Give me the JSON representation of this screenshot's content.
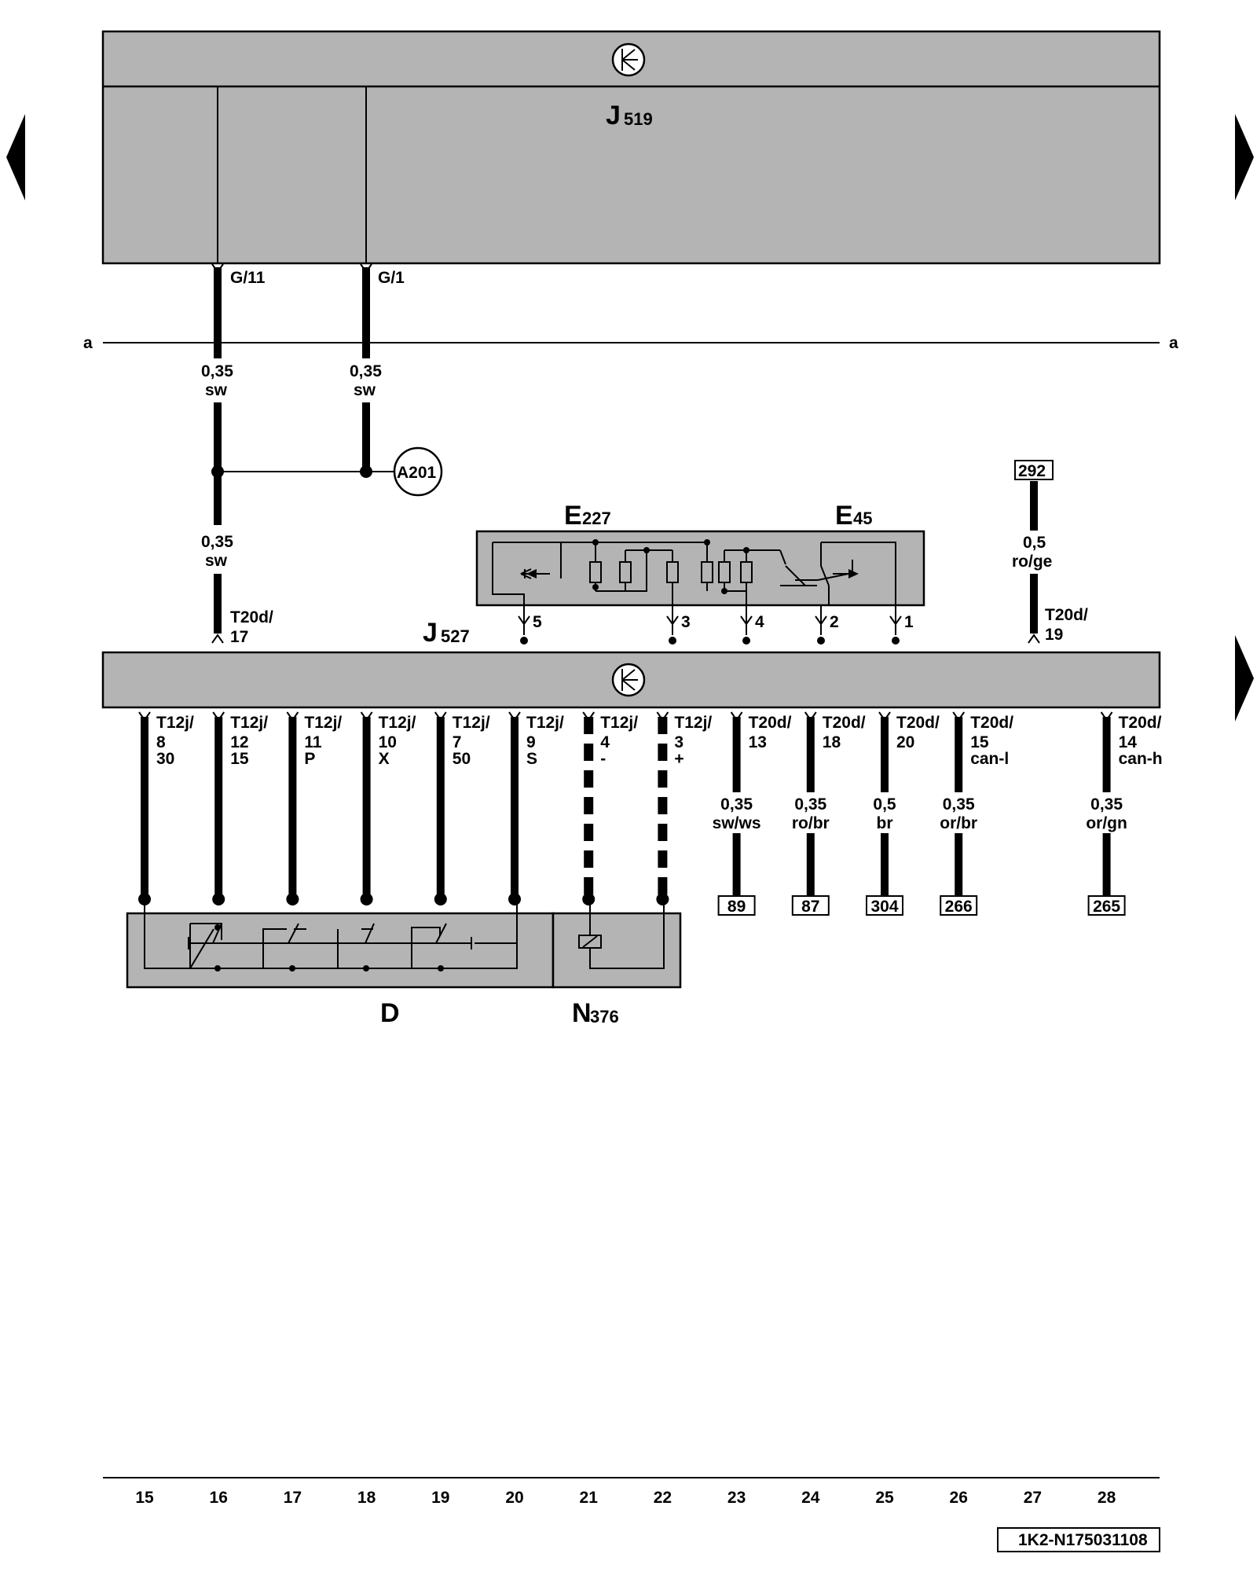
{
  "components": {
    "j519": {
      "letter": "J",
      "sub": "519"
    },
    "j527": {
      "letter": "J",
      "sub": "527"
    },
    "e227": {
      "letter": "E",
      "sub": "227"
    },
    "e45": {
      "letter": "E",
      "sub": "45"
    },
    "d": {
      "letter": "D"
    },
    "n376": {
      "letter": "N",
      "sub": "376"
    },
    "a201": "A201"
  },
  "break_marker": "a",
  "j519_pins": [
    {
      "pin": "G/11",
      "track": 16,
      "size": "0,35",
      "color": "sw"
    },
    {
      "pin": "G/1",
      "track": 18,
      "size": "0,35",
      "color": "sw"
    }
  ],
  "splice_wire": {
    "size": "0,35",
    "color": "sw",
    "pin_line1": "T20d/",
    "pin_line2": "17"
  },
  "ref_292": {
    "ref": "292",
    "size": "0,5",
    "color": "ro/ge",
    "pin_line1": "T20d/",
    "pin_line2": "19"
  },
  "switch_pins": [
    "5",
    "3",
    "4",
    "2",
    "1"
  ],
  "lower_pins": [
    {
      "line1": "T12j/",
      "line2": "8",
      "line3": "30",
      "track": 15,
      "dashed": false
    },
    {
      "line1": "T12j/",
      "line2": "12",
      "line3": "15",
      "track": 16,
      "dashed": false
    },
    {
      "line1": "T12j/",
      "line2": "11",
      "line3": "P",
      "track": 17,
      "dashed": false
    },
    {
      "line1": "T12j/",
      "line2": "10",
      "line3": "X",
      "track": 18,
      "dashed": false
    },
    {
      "line1": "T12j/",
      "line2": "7",
      "line3": "50",
      "track": 19,
      "dashed": false
    },
    {
      "line1": "T12j/",
      "line2": "9",
      "line3": "S",
      "track": 20,
      "dashed": false
    },
    {
      "line1": "T12j/",
      "line2": "4",
      "line3": "-",
      "track": 21,
      "dashed": true
    },
    {
      "line1": "T12j/",
      "line2": "3",
      "line3": "+",
      "track": 22,
      "dashed": true
    }
  ],
  "ref_wires": [
    {
      "line1": "T20d/",
      "line2": "13",
      "line3": "",
      "size": "0,35",
      "color": "sw/ws",
      "ref": "89",
      "track": 23
    },
    {
      "line1": "T20d/",
      "line2": "18",
      "line3": "",
      "size": "0,35",
      "color": "ro/br",
      "ref": "87",
      "track": 24
    },
    {
      "line1": "T20d/",
      "line2": "20",
      "line3": "",
      "size": "0,5",
      "color": "br",
      "ref": "304",
      "track": 25
    },
    {
      "line1": "T20d/",
      "line2": "15",
      "line3": "can-l",
      "size": "0,35",
      "color": "or/br",
      "ref": "266",
      "track": 26
    },
    {
      "line1": "T20d/",
      "line2": "14",
      "line3": "can-h",
      "size": "0,35",
      "color": "or/gn",
      "ref": "265",
      "track": 28
    }
  ],
  "tracks": [
    "15",
    "16",
    "17",
    "18",
    "19",
    "20",
    "21",
    "22",
    "23",
    "24",
    "25",
    "26",
    "27",
    "28"
  ],
  "doc_id": "1K2-N175031108"
}
